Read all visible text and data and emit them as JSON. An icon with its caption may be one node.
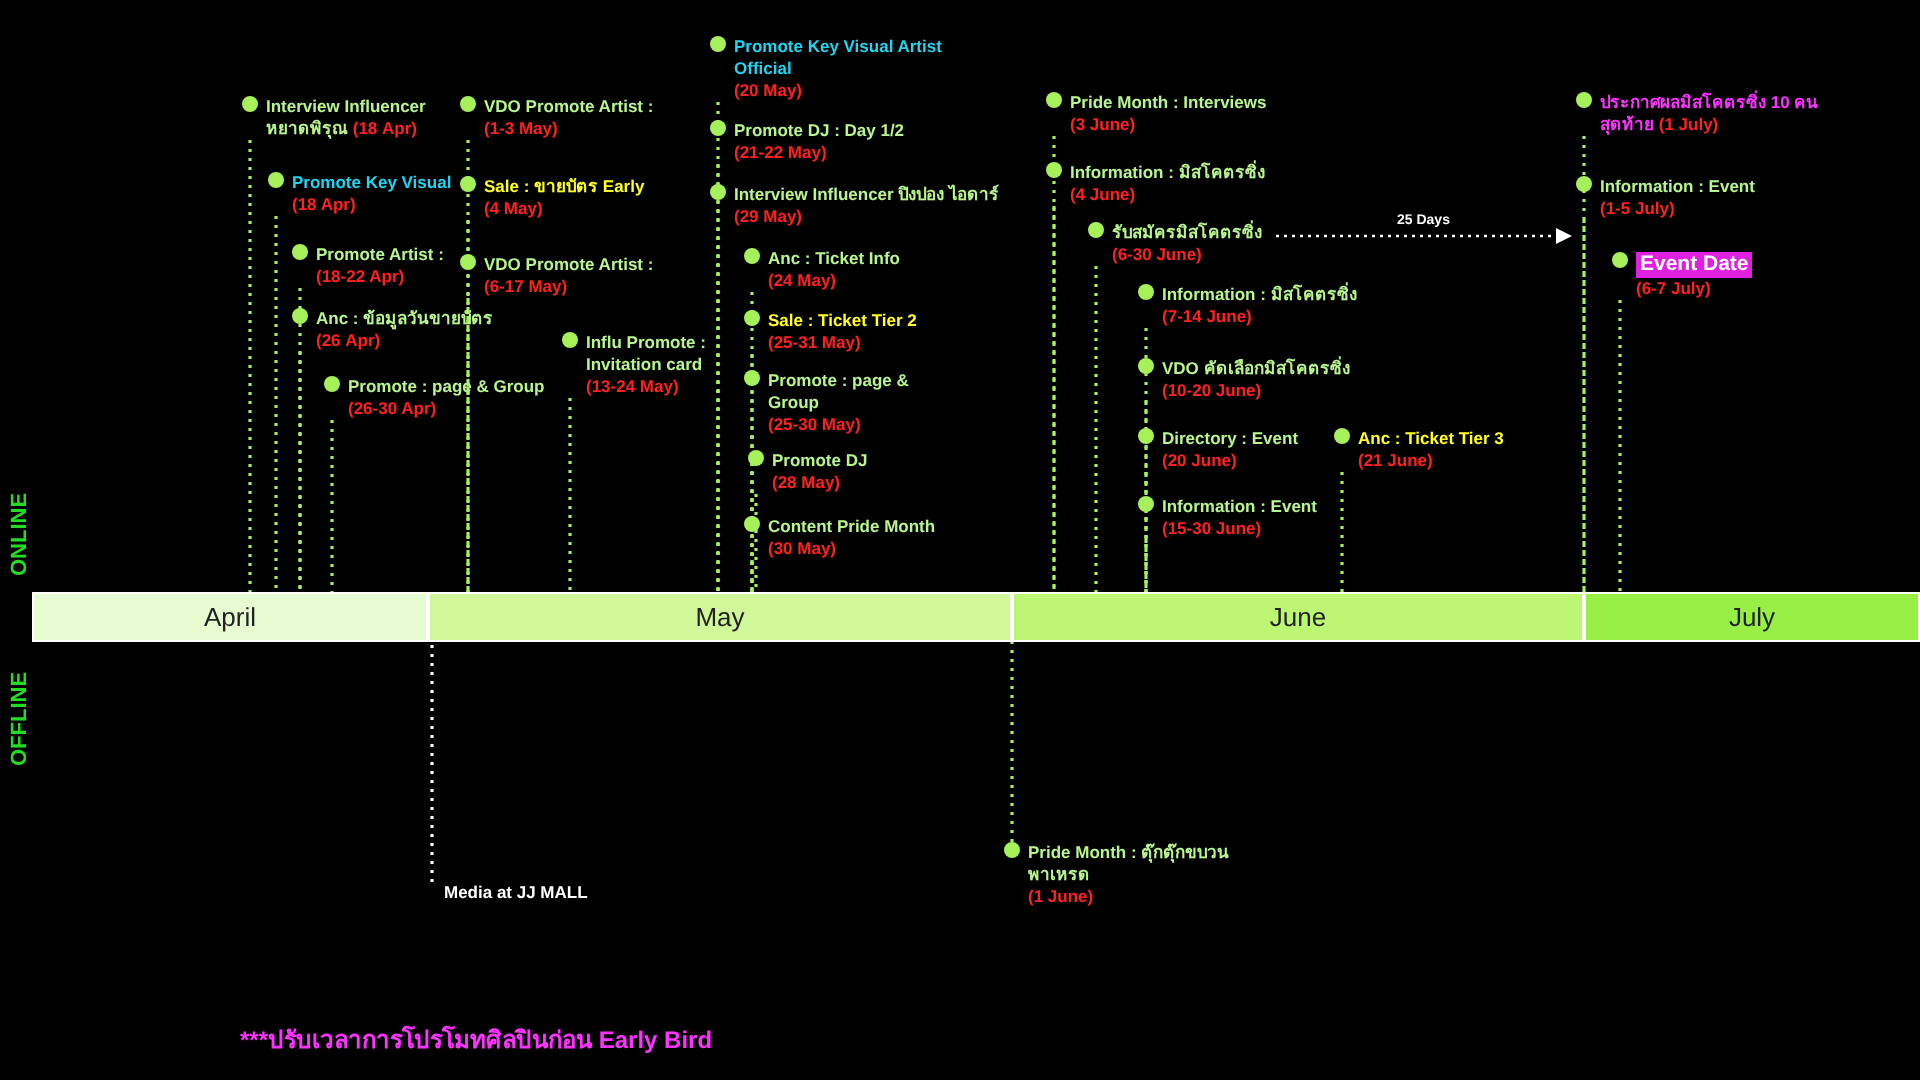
{
  "diagram": {
    "nodes": [
      {
        "text": [
          "April"
        ]
      },
      {
        "text": [
          "May"
        ]
      },
      {
        "text": [
          "June"
        ]
      },
      {
        "text": [
          "July"
        ]
      },
      {
        "text": [
          "Interview Influencer หยาดพิรุณ",
          "(18 Apr)"
        ]
      },
      {
        "text": [
          "Promote Key Visual",
          "(18 Apr)"
        ]
      },
      {
        "text": [
          "Promote Artist :",
          "(18-22 Apr)"
        ]
      },
      {
        "text": [
          "Anc : ข้อมูลวันขายบัตร",
          "(26 Apr)"
        ]
      },
      {
        "text": [
          "Promote : page & Group",
          "(26-30 Apr)"
        ]
      },
      {
        "text": [
          "VDO Promote Artist :",
          "(1-3 May)"
        ]
      },
      {
        "text": [
          "Sale : ขายบัตร Early",
          "(4 May)"
        ]
      },
      {
        "text": [
          "VDO Promote Artist :",
          "(6-17 May)"
        ]
      },
      {
        "text": [
          "Influ Promote : Invitation card",
          "(13-24 May)"
        ]
      },
      {
        "text": [
          "Promote Key Visual Artist Official",
          "(20 May)"
        ]
      },
      {
        "text": [
          "Promote DJ : Day 1/2",
          "(21-22 May)"
        ]
      },
      {
        "text": [
          "Interview Influencer ปิงปอง ไอดาร์",
          "(29 May)"
        ]
      },
      {
        "text": [
          "Anc : Ticket Info",
          "(24 May)"
        ]
      },
      {
        "text": [
          "Sale : Ticket Tier 2",
          "(25-31 May)"
        ]
      },
      {
        "text": [
          "Promote : page & Group",
          "(25-30 May)"
        ]
      },
      {
        "text": [
          "Promote DJ",
          "(28 May)"
        ]
      },
      {
        "text": [
          "Content Pride Month",
          "(30 May)"
        ]
      },
      {
        "text": [
          "Pride Month : Interviews",
          "(3 June)"
        ]
      },
      {
        "text": [
          "Information : มิสโคตรซิ่ง",
          "(4 June)"
        ]
      },
      {
        "text": [
          "รับสมัครมิสโคตรซิ่ง",
          "(6-30 June)"
        ]
      },
      {
        "text": [
          "Information : มิสโคตรซิ่ง",
          "(7-14 June)"
        ]
      },
      {
        "text": [
          "VDO คัดเลือกมิสโคตรซิ่ง",
          "(10-20 June)"
        ]
      },
      {
        "text": [
          "Directory : Event",
          "(20 June)"
        ]
      },
      {
        "text": [
          "Anc : Ticket Tier 3",
          "(21 June)"
        ]
      },
      {
        "text": [
          "Information : Event",
          "(15-30 June)"
        ]
      },
      {
        "text": [
          "ประกาศผลมิสโคตรซิ่ง 10 คนสุดท้าย",
          "(1 July)"
        ]
      },
      {
        "text": [
          "Information : Event",
          "(1-5 July)"
        ]
      },
      {
        "text": [
          "Event Date",
          "(6-7 July)"
        ]
      },
      {
        "text": [
          "Media at JJ MALL"
        ]
      },
      {
        "text": [
          "Pride Month : ตุ๊กตุ๊กขบวนพาเหรด",
          "(1 June)"
        ]
      }
    ],
    "edges": [
      {
        "from": 4,
        "to": 0,
        "arrow": "none",
        "style": "dashed"
      },
      {
        "from": 5,
        "to": 0,
        "arrow": "none",
        "style": "dashed"
      },
      {
        "from": 6,
        "to": 0,
        "arrow": "none",
        "style": "dashed"
      },
      {
        "from": 7,
        "to": 0,
        "arrow": "none",
        "style": "dashed"
      },
      {
        "from": 8,
        "to": 0,
        "arrow": "none",
        "style": "dashed"
      },
      {
        "from": 9,
        "to": 1,
        "arrow": "none",
        "style": "dashed"
      },
      {
        "from": 10,
        "to": 1,
        "arrow": "none",
        "style": "dashed"
      },
      {
        "from": 11,
        "to": 1,
        "arrow": "none",
        "style": "dashed"
      },
      {
        "from": 12,
        "to": 1,
        "arrow": "none",
        "style": "dashed"
      },
      {
        "from": 13,
        "to": 1,
        "arrow": "none",
        "style": "dashed"
      },
      {
        "from": 14,
        "to": 1,
        "arrow": "none",
        "style": "dashed"
      },
      {
        "from": 15,
        "to": 1,
        "arrow": "none",
        "style": "dashed"
      },
      {
        "from": 16,
        "to": 1,
        "arrow": "none",
        "style": "dashed"
      },
      {
        "from": 17,
        "to": 1,
        "arrow": "none",
        "style": "dashed"
      },
      {
        "from": 18,
        "to": 1,
        "arrow": "none",
        "style": "dashed"
      },
      {
        "from": 19,
        "to": 1,
        "arrow": "none",
        "style": "dashed"
      },
      {
        "from": 20,
        "to": 1,
        "arrow": "none",
        "style": "dashed"
      },
      {
        "from": 21,
        "to": 2,
        "arrow": "none",
        "style": "dashed"
      },
      {
        "from": 22,
        "to": 2,
        "arrow": "none",
        "style": "dashed"
      },
      {
        "from": 23,
        "to": 2,
        "arrow": "none",
        "style": "dashed"
      },
      {
        "from": 24,
        "to": 2,
        "arrow": "none",
        "style": "dashed"
      },
      {
        "from": 25,
        "to": 2,
        "arrow": "none",
        "style": "dashed"
      },
      {
        "from": 26,
        "to": 2,
        "arrow": "none",
        "style": "dashed"
      },
      {
        "from": 27,
        "to": 2,
        "arrow": "none",
        "style": "dashed"
      },
      {
        "from": 28,
        "to": 2,
        "arrow": "none",
        "style": "dashed"
      },
      {
        "from": 23,
        "to": 30,
        "arrow": "to",
        "style": "dashed",
        "color": "#ffffff",
        "label": "25 Days"
      },
      {
        "from": 29,
        "to": 3,
        "arrow": "none",
        "style": "dashed"
      },
      {
        "from": 30,
        "to": 3,
        "arrow": "none",
        "style": "dashed"
      },
      {
        "from": 31,
        "to": 3,
        "arrow": "none",
        "style": "dashed"
      },
      {
        "from": 1,
        "to": 32,
        "arrow": "none",
        "style": "dashed",
        "color": "#ffffff"
      },
      {
        "from": 2,
        "to": 33,
        "arrow": "none",
        "style": "dashed"
      }
    ],
    "labels": [
      "ONLINE",
      "OFFLINE",
      "***ปรับเวลาการโปรโมทศิลปินก่อน Early Bird"
    ]
  }
}
